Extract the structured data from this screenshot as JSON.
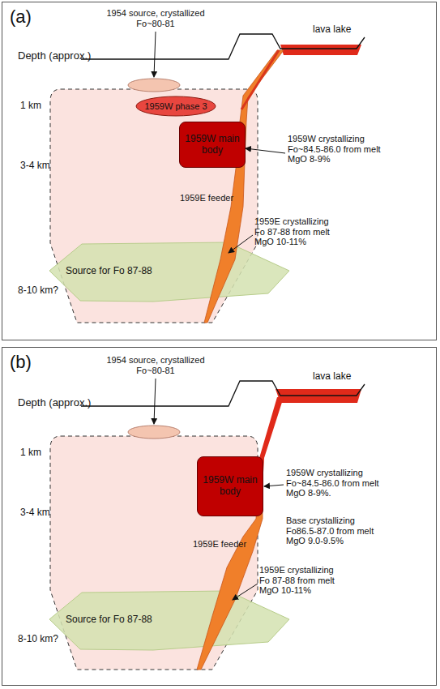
{
  "diagram": {
    "nodes": [
      {
        "text": [
          "(a)"
        ]
      },
      {
        "text": [
          "1959W phase 3"
        ],
        "in": 0
      },
      {
        "text": [
          "1959W main body"
        ],
        "in": 0
      },
      {
        "text": [
          "Source for Fo 87-88"
        ],
        "in": 0
      },
      {
        "text": [
          "(b)"
        ]
      },
      {
        "text": [
          "1959W main body"
        ],
        "in": 4
      },
      {
        "text": [
          "Source for Fo 87-88"
        ],
        "in": 4
      }
    ],
    "labels": [
      "1954 source, crystallized Fo~80-81",
      "Depth (approx.)",
      "lava lake",
      "1 km",
      "3-4 km",
      "1959W crystallizing Fo~84.5-86.0 from melt MgO 8-9%",
      "1959E feeder",
      "1959E crystallizing Fo 87-88 from melt MgO 10-11%",
      "8-10 km?",
      "1954 source, crystallized Fo~80-81",
      "Depth (approx.)",
      "lava lake",
      "1 km",
      "3-4 km",
      "1959W crystallizing Fo~84.5-86.0 from melt MgO 8-9%.",
      "Base crystallizing Fo86.5-87.0 from melt MgO 9.0-9.5%",
      "1959E feeder",
      "1959E crystallizing Fo 87-88 from melt MgO 10-11%",
      "8-10 km?"
    ]
  }
}
